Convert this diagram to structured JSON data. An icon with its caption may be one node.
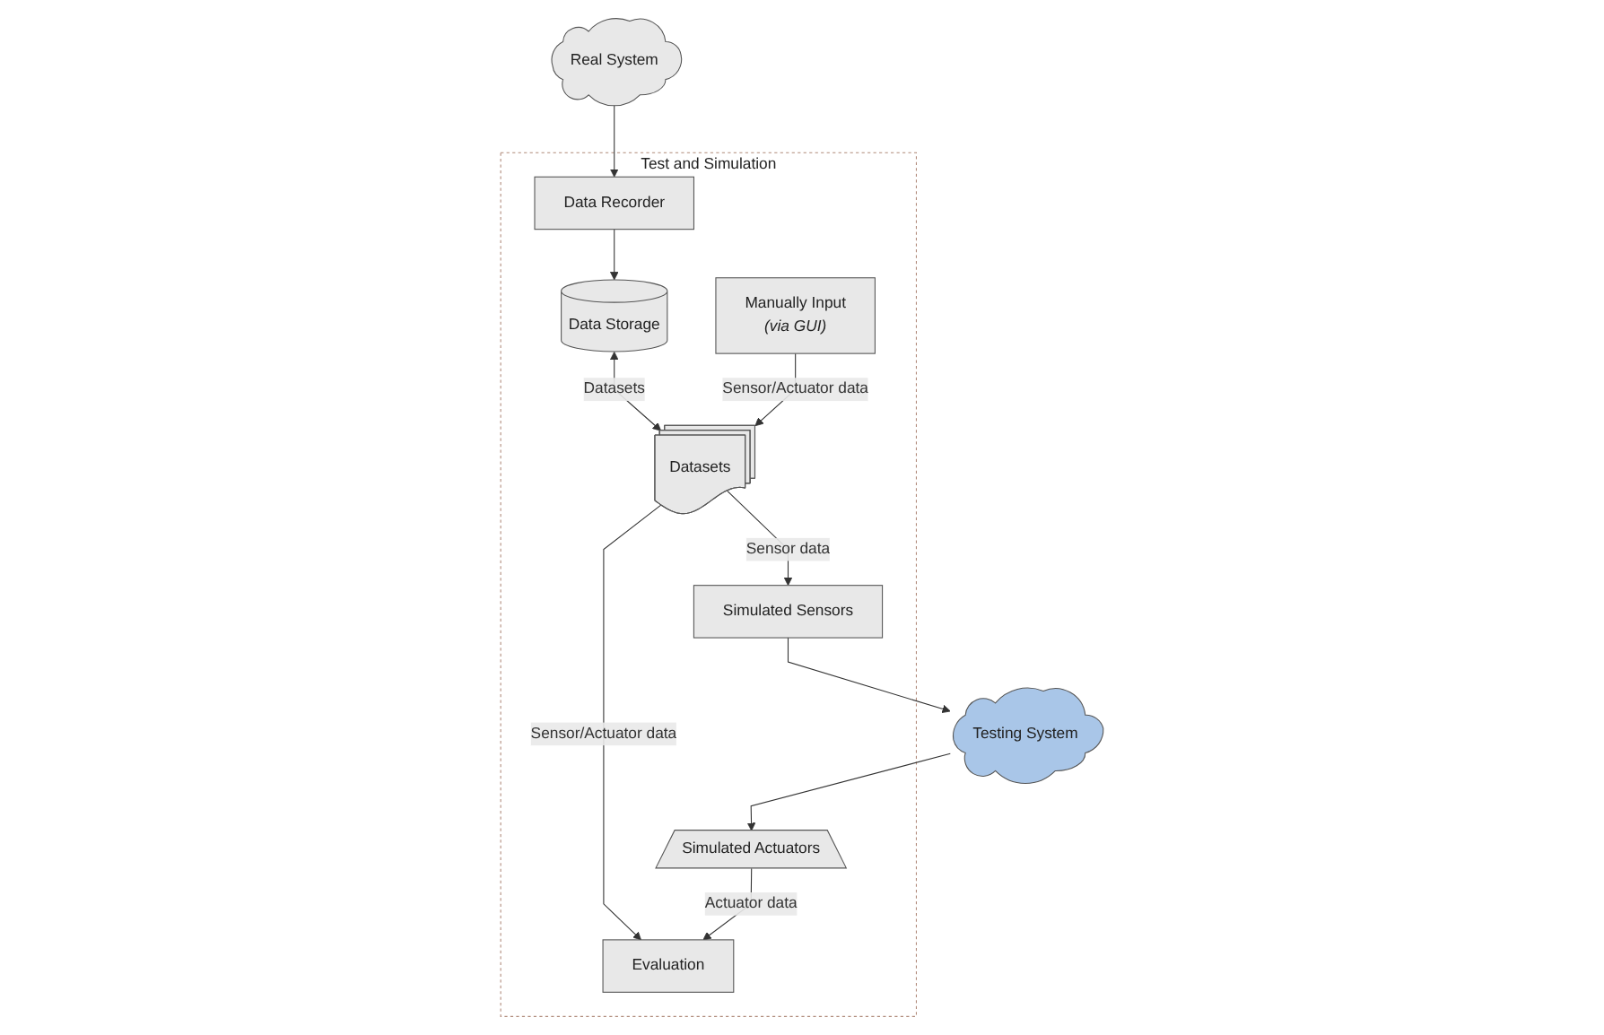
{
  "diagram": {
    "nodes": [
      {
        "text": [
          "Real System"
        ]
      },
      {
        "text": [
          "Testing System"
        ]
      },
      {
        "text": [
          "Test and Simulation"
        ]
      },
      {
        "text": [
          "Simulated Sensors"
        ],
        "in": 2
      },
      {
        "text": [
          "Simulated Actuators"
        ],
        "in": 2
      },
      {
        "text": [
          "Data Recorder"
        ],
        "in": 2
      },
      {
        "text": [
          "Datasets"
        ],
        "in": 2
      },
      {
        "text": [
          "Evaluation"
        ],
        "in": 2
      },
      {
        "text": [
          "Data Storage"
        ],
        "in": 2
      },
      {
        "text": [
          "Manually Input",
          "(via GUI)"
        ],
        "in": 2
      }
    ],
    "edges": [
      {
        "from": 0,
        "to": 5,
        "arrow": "to"
      },
      {
        "from": 3,
        "to": 1,
        "arrow": "to"
      },
      {
        "from": 1,
        "to": 4,
        "arrow": "to"
      },
      {
        "from": 6,
        "to": 3,
        "arrow": "to",
        "label": "Sensor data"
      },
      {
        "from": 6,
        "to": 7,
        "arrow": "to",
        "label": "Sensor/Actuator data"
      },
      {
        "from": 4,
        "to": 7,
        "arrow": "to",
        "label": "Actuator data"
      },
      {
        "from": 8,
        "to": 6,
        "arrow": "both",
        "label": "Datasets"
      },
      {
        "from": 9,
        "to": 6,
        "arrow": "to",
        "label": "Sensor/Actuator data"
      },
      {
        "from": 5,
        "to": 8,
        "arrow": "to"
      }
    ]
  }
}
